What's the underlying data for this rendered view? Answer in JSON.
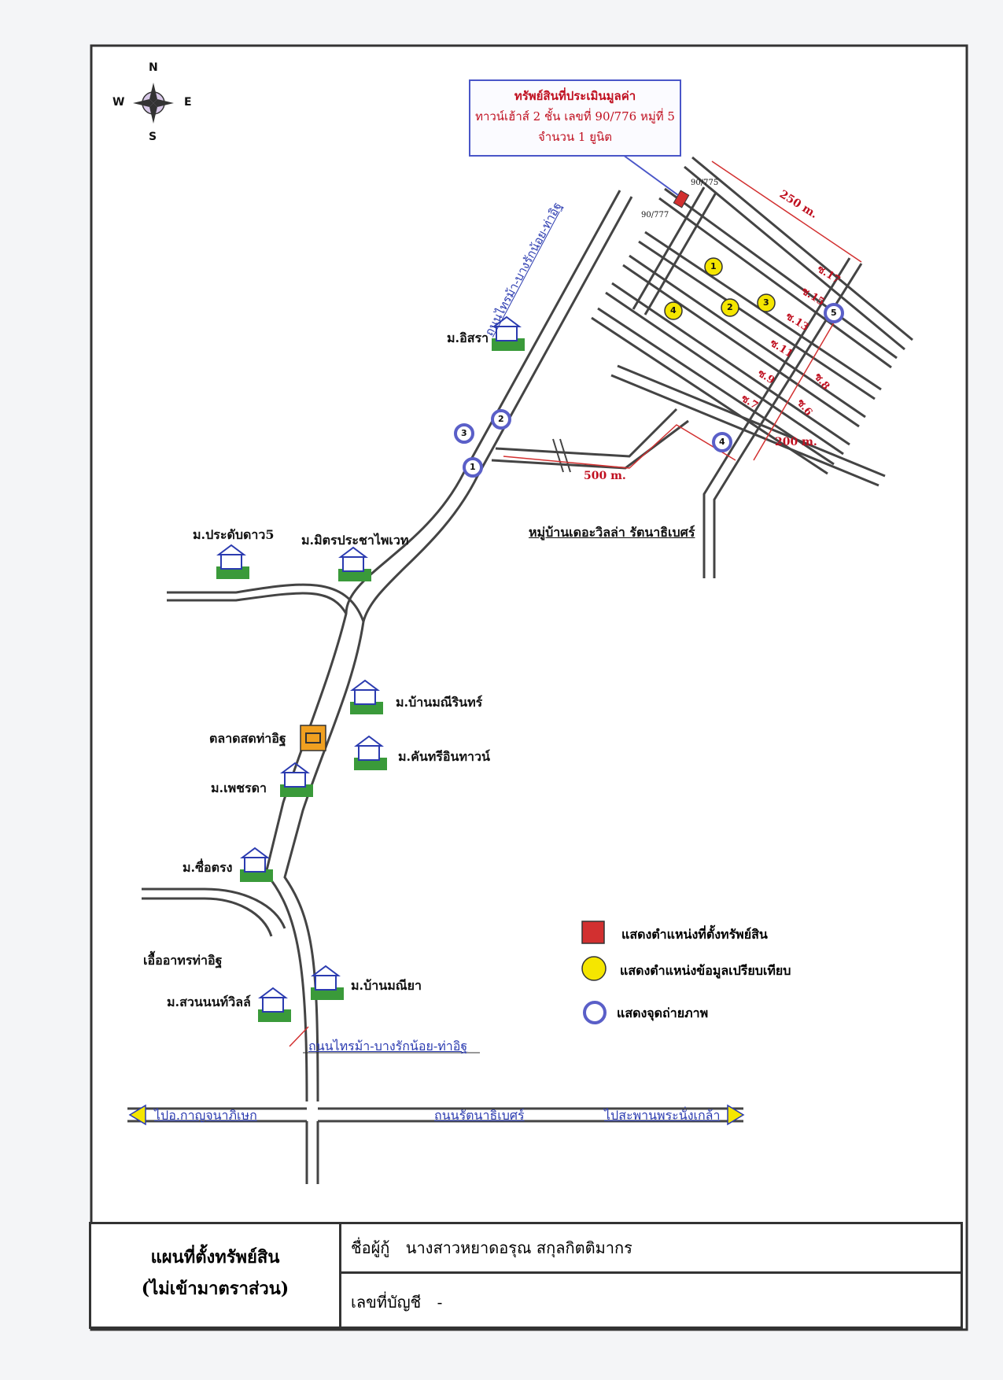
{
  "compass": {
    "n": "N",
    "s": "S",
    "e": "E",
    "w": "W"
  },
  "callout": {
    "line1": "ทรัพย์สินที่ประเมินมูลค่า",
    "line2": "ทาวน์เฮ้าส์ 2 ชั้น เลขที่ 90/776 หมู่ที่ 5",
    "line3": "จำนวน 1 ยูนิต"
  },
  "lot_labels": {
    "a": "90/775",
    "b": "90/777"
  },
  "distances": {
    "top": "250 m.",
    "right": "200 m.",
    "bottom": "500 m."
  },
  "soi_labels": [
    "ซ.17",
    "ซ.15",
    "ซ.13",
    "ซ.11",
    "ซ.9",
    "ซ.7",
    "ซ.8",
    "ซ.6"
  ],
  "comparable_points": [
    "1",
    "2",
    "3",
    "4"
  ],
  "photo_points": [
    "1",
    "2",
    "3",
    "4",
    "5"
  ],
  "main_road_label": "ถนนไทรม้า-บางรักน้อย-ท่าอิฐ",
  "bottom_road": {
    "left": "ไปอ.กาญจนาภิเษก",
    "center": "ถนนรัตนาธิเบศร์",
    "right": "ไปสะพานพระนั่งเกล้า"
  },
  "village_label": "หมู่บ้านเดอะวิลล่า รัตนาธิเบศร์",
  "places": {
    "isara": "ม.อิสรา",
    "pradab_dao": "ม.ประดับดาว5",
    "mitr": "ม.มิตรประชาไพเวท",
    "ban_mani_rin": "ม.บ้านมณีรินทร์",
    "market": "ตลาดสดท่าอิฐ",
    "khantree": "ม.คันทรีอินทาวน์",
    "petchada": "ม.เพชรดา",
    "suetrong": "ม.ซื่อตรง",
    "eua": "เอื้ออาทรท่าอิฐ",
    "ban_maneeya": "ม.บ้านมณียา",
    "suan_non": "ม.สวนนนท์วิลล์"
  },
  "legend": {
    "property": "แสดงตำแหน่งที่ตั้งทรัพย์สิน",
    "comparable": "แสดงตำแหน่งข้อมูลเปรียบเทียบ",
    "photo": "แสดงจุดถ่ายภาพ"
  },
  "title_block": {
    "title1": "แผนที่ตั้งทรัพย์สิน",
    "title2": "(ไม่เข้ามาตราส่วน)",
    "borrower_label": "ชื่อผู้กู้",
    "borrower_name": "นางสาวหยาดอรุณ สกุลกิตติมากร",
    "account_label": "เลขที่บัญชี",
    "account_value": "-"
  },
  "colors": {
    "road": "#444444",
    "comparable": "#f5e600",
    "property": "#d23030",
    "photo": "#5a5fc8",
    "callout": "#4a56c8",
    "distance": "#d23030"
  }
}
